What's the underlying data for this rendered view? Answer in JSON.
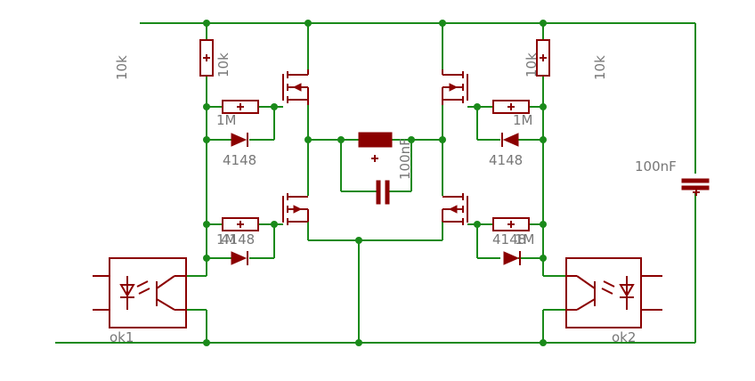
{
  "labels": {
    "r_top_left_side": "10k",
    "r_top_left": "10k",
    "r_gate_tl": "1M",
    "d_tl": "4148",
    "r_gate_bl": "1M",
    "d_bl": "4148",
    "c_center": "100nF",
    "r_top_right": "10k",
    "r_top_right_side": "10k",
    "r_gate_tr": "1M",
    "d_tr": "4148",
    "r_gate_br": "1M",
    "d_br": "4148",
    "c_supply": "100nF",
    "ok1": "ok1",
    "ok2": "ok2"
  },
  "colors": {
    "wire": "#1a8a1a",
    "part": "#8b0000",
    "label": "#777777"
  }
}
